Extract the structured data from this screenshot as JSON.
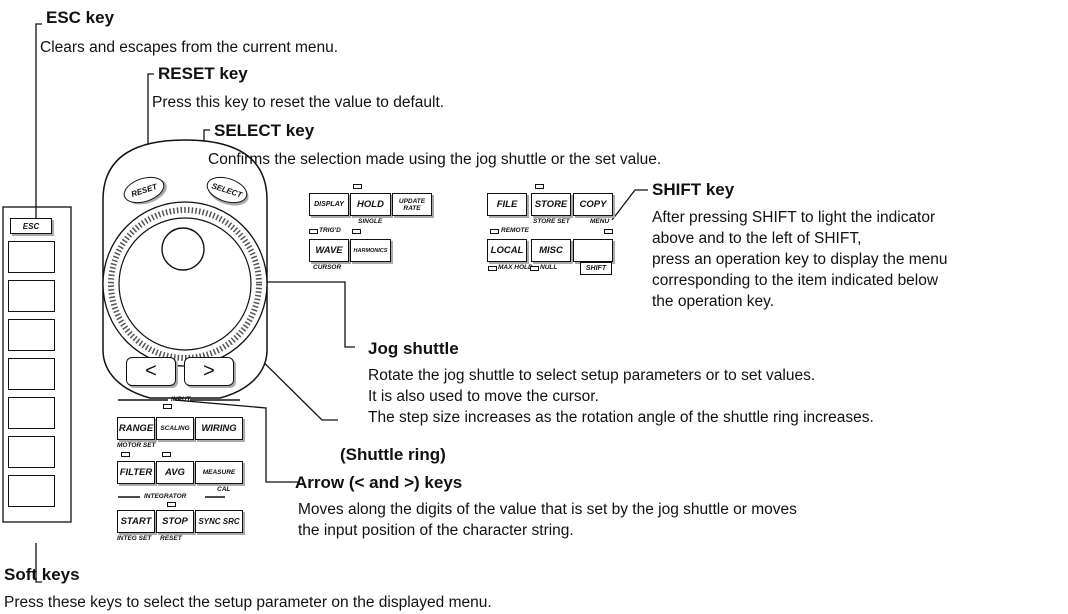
{
  "esc": {
    "title": "ESC key",
    "desc": "Clears and escapes from the current menu."
  },
  "reset": {
    "title": "RESET key",
    "desc": "Press this key to reset the value to default."
  },
  "select": {
    "title": "SELECT key",
    "desc": "Confirms the selection made using the jog shuttle or the set value."
  },
  "shift": {
    "title": "SHIFT key",
    "lines": [
      "After pressing SHIFT to light the indicator",
      "above and to the left of SHIFT,",
      "press an operation key to display the menu",
      "corresponding to the item indicated below",
      "the operation key."
    ]
  },
  "jog": {
    "title": "Jog shuttle",
    "lines": [
      "Rotate the jog shuttle to select setup parameters or to set values.",
      "It is also used to move the cursor.",
      "The step size increases as the rotation angle of the shuttle ring increases."
    ]
  },
  "ring": {
    "title": "(Shuttle ring)"
  },
  "arrow": {
    "title": "Arrow (< and >) keys",
    "lines": [
      "Moves along the digits of the value that is set by the jog shuttle or moves",
      "the input position of the character string."
    ]
  },
  "soft": {
    "title": "Soft keys",
    "desc": "Press these keys to select the setup parameter on the displayed menu."
  },
  "panel": {
    "esc": "ESC",
    "reset": "RESET",
    "select": "SELECT",
    "arrow_left": "<",
    "arrow_right": ">",
    "display": "DISPLAY",
    "hold": "HOLD",
    "update_rate": "UPDATE RATE",
    "single": "SINGLE",
    "trigd": "TRIG'D",
    "wave": "WAVE",
    "harmonics": "HARMONICS",
    "cursor": "CURSOR",
    "file": "FILE",
    "store": "STORE",
    "copy": "COPY",
    "store_set": "STORE SET",
    "menu": "MENU",
    "remote": "REMOTE",
    "local": "LOCAL",
    "misc": "MISC",
    "max_hold": "MAX HOLD",
    "null": "NULL",
    "shift": "SHIFT",
    "input": "INPUT",
    "range": "RANGE",
    "scaling": "SCALING",
    "wiring": "WIRING",
    "motor_set": "MOTOR SET",
    "filter": "FILTER",
    "avg": "AVG",
    "measure": "MEASURE",
    "cal": "CAL",
    "integrator": "INTEGRATOR",
    "start": "START",
    "stop": "STOP",
    "sync_src": "SYNC SRC",
    "integ_set": "INTEG SET",
    "reset_sub": "RESET"
  }
}
